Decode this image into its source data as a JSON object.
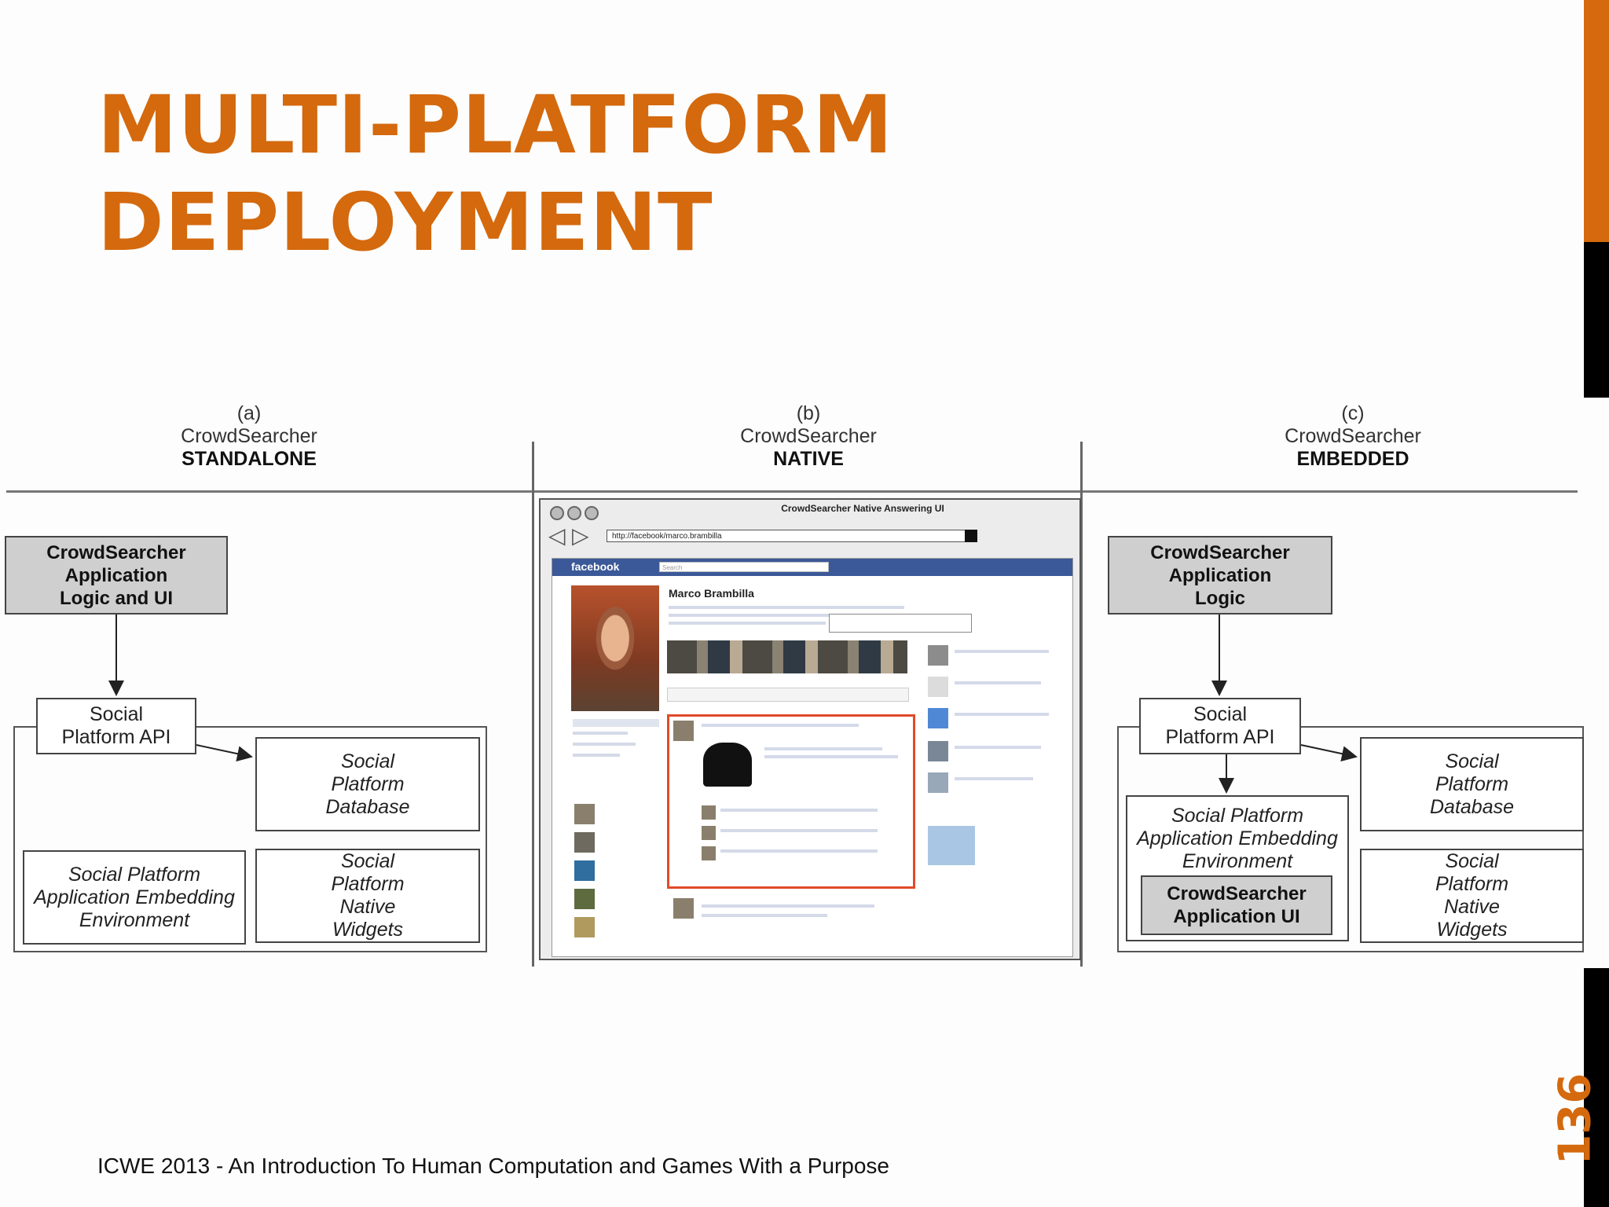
{
  "slide": {
    "title_line1": "MULTI-PLATFORM",
    "title_line2": "DEPLOYMENT",
    "footer": "ICWE 2013 - An Introduction To Human Computation and Games With a Purpose",
    "slide_number": "136",
    "accent_color": "#d4690d"
  },
  "columns": [
    {
      "letter": "(a)",
      "name": "CrowdSearcher",
      "mode": "STANDALONE"
    },
    {
      "letter": "(b)",
      "name": "CrowdSearcher",
      "mode": "NATIVE"
    },
    {
      "letter": "(c)",
      "name": "CrowdSearcher",
      "mode": "EMBEDDED"
    }
  ],
  "standalone": {
    "app": "CrowdSearcher Application Logic and UI",
    "api": "Social Platform API",
    "database": "Social Platform Database",
    "embedding_env": "Social Platform Application Embedding Environment",
    "widgets": "Social Platform Native Widgets"
  },
  "embedded": {
    "app": "CrowdSearcher Application Logic",
    "api": "Social Platform API",
    "database": "Social Platform Database",
    "embedding_env": "Social Platform Application Embedding Environment",
    "app_ui": "CrowdSearcher Application UI",
    "widgets": "Social Platform Native Widgets"
  },
  "native_mockup": {
    "window_title": "CrowdSearcher Native Answering UI",
    "url": "http://facebook/marco.brambilla",
    "site_logo": "facebook",
    "search_placeholder": "Search",
    "profile_name": "Marco Brambilla"
  }
}
